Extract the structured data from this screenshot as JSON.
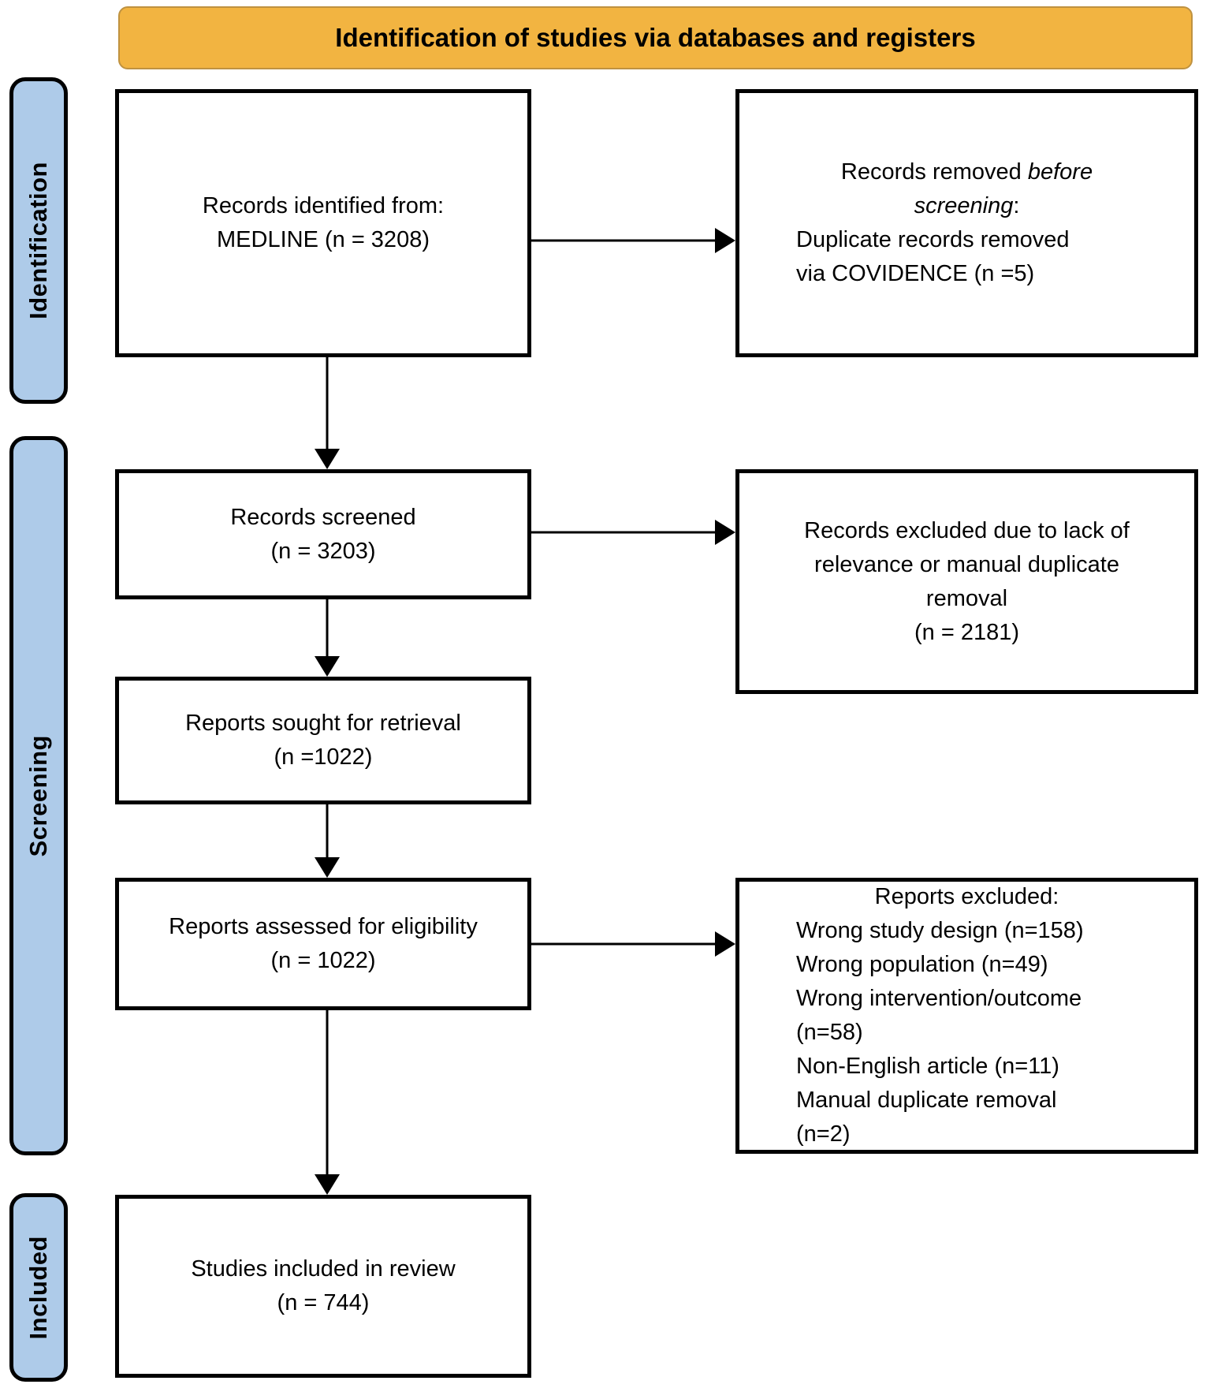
{
  "header": {
    "title": "Identification of studies via databases and registers"
  },
  "sidebar": {
    "identification": {
      "label": "Identification"
    },
    "screening": {
      "label": "Screening"
    },
    "included": {
      "label": "Included"
    }
  },
  "boxes": {
    "records_identified": {
      "lines": [
        "Records identified from:",
        "MEDLINE (n = 3208)"
      ]
    },
    "records_removed": {
      "heading": {
        "prefix": "Records removed",
        "italic_line1": "before",
        "italic_line2": "screening",
        "suffix": ":"
      },
      "detail_lines": [
        "Duplicate records removed",
        "via COVIDENCE (n =5)"
      ]
    },
    "records_screened": {
      "lines": [
        "Records screened",
        "(n = 3203)"
      ]
    },
    "records_excluded": {
      "lines": [
        "Records excluded due to lack of",
        "relevance or manual duplicate",
        "removal",
        "(n = 2181)"
      ]
    },
    "reports_sought": {
      "lines": [
        "Reports sought for retrieval",
        "(n =1022)"
      ]
    },
    "reports_assessed": {
      "lines": [
        "Reports assessed for eligibility",
        "(n = 1022)"
      ]
    },
    "reports_excluded": {
      "heading": "Reports excluded:",
      "detail_lines": [
        "Wrong study design (n=158)",
        "Wrong population (n=49)",
        "Wrong intervention/outcome",
        "(n=58)",
        "Non-English article (n=11)",
        "Manual duplicate removal",
        "(n=2)"
      ]
    },
    "studies_included": {
      "lines": [
        "Studies included in review",
        "(n = 744)"
      ]
    }
  },
  "colors": {
    "phase_header_bg": "#F2B441",
    "phase_header_border": "#BF9240",
    "sidebar_bg": "#AECBE9",
    "box_border": "#000000"
  }
}
